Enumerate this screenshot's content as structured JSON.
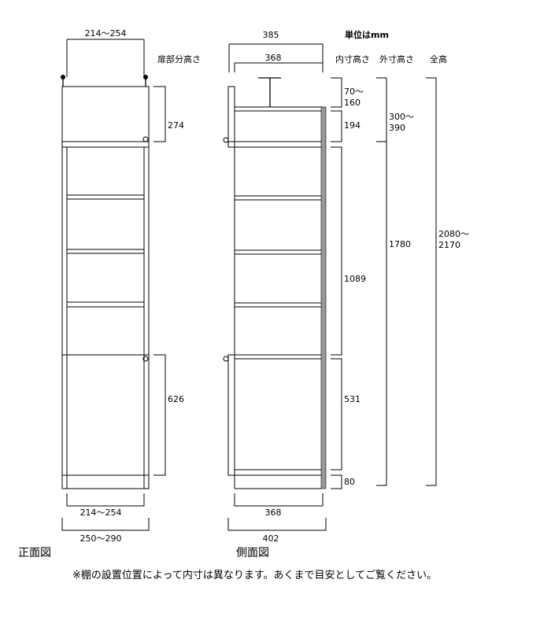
{
  "units": "単位はmm",
  "headers": {
    "door_height": "扉部分高さ",
    "inner_height": "内寸高さ",
    "outer_height": "外寸高さ",
    "total_height": "全高"
  },
  "front": {
    "title": "正面図",
    "top_width": "214～254",
    "upper_door": "274",
    "lower_door": "626",
    "inner_width": "214～254",
    "outer_width": "250～290"
  },
  "side": {
    "title": "側面図",
    "top_depth": "385",
    "top_inner_depth": "368",
    "inner_depth": "368",
    "outer_depth": "402",
    "adj_line1": "70～",
    "adj_line2": "160",
    "top_box": "194",
    "shelf_section": "1089",
    "lower_section": "531",
    "base": "80",
    "outer_top_line1": "300～",
    "outer_top_line2": "390",
    "body_height": "1780",
    "total_line1": "2080～",
    "total_line2": "2170"
  },
  "note": "※棚の設置位置によって内寸は異なります。あくまで目安としてご覧ください。"
}
